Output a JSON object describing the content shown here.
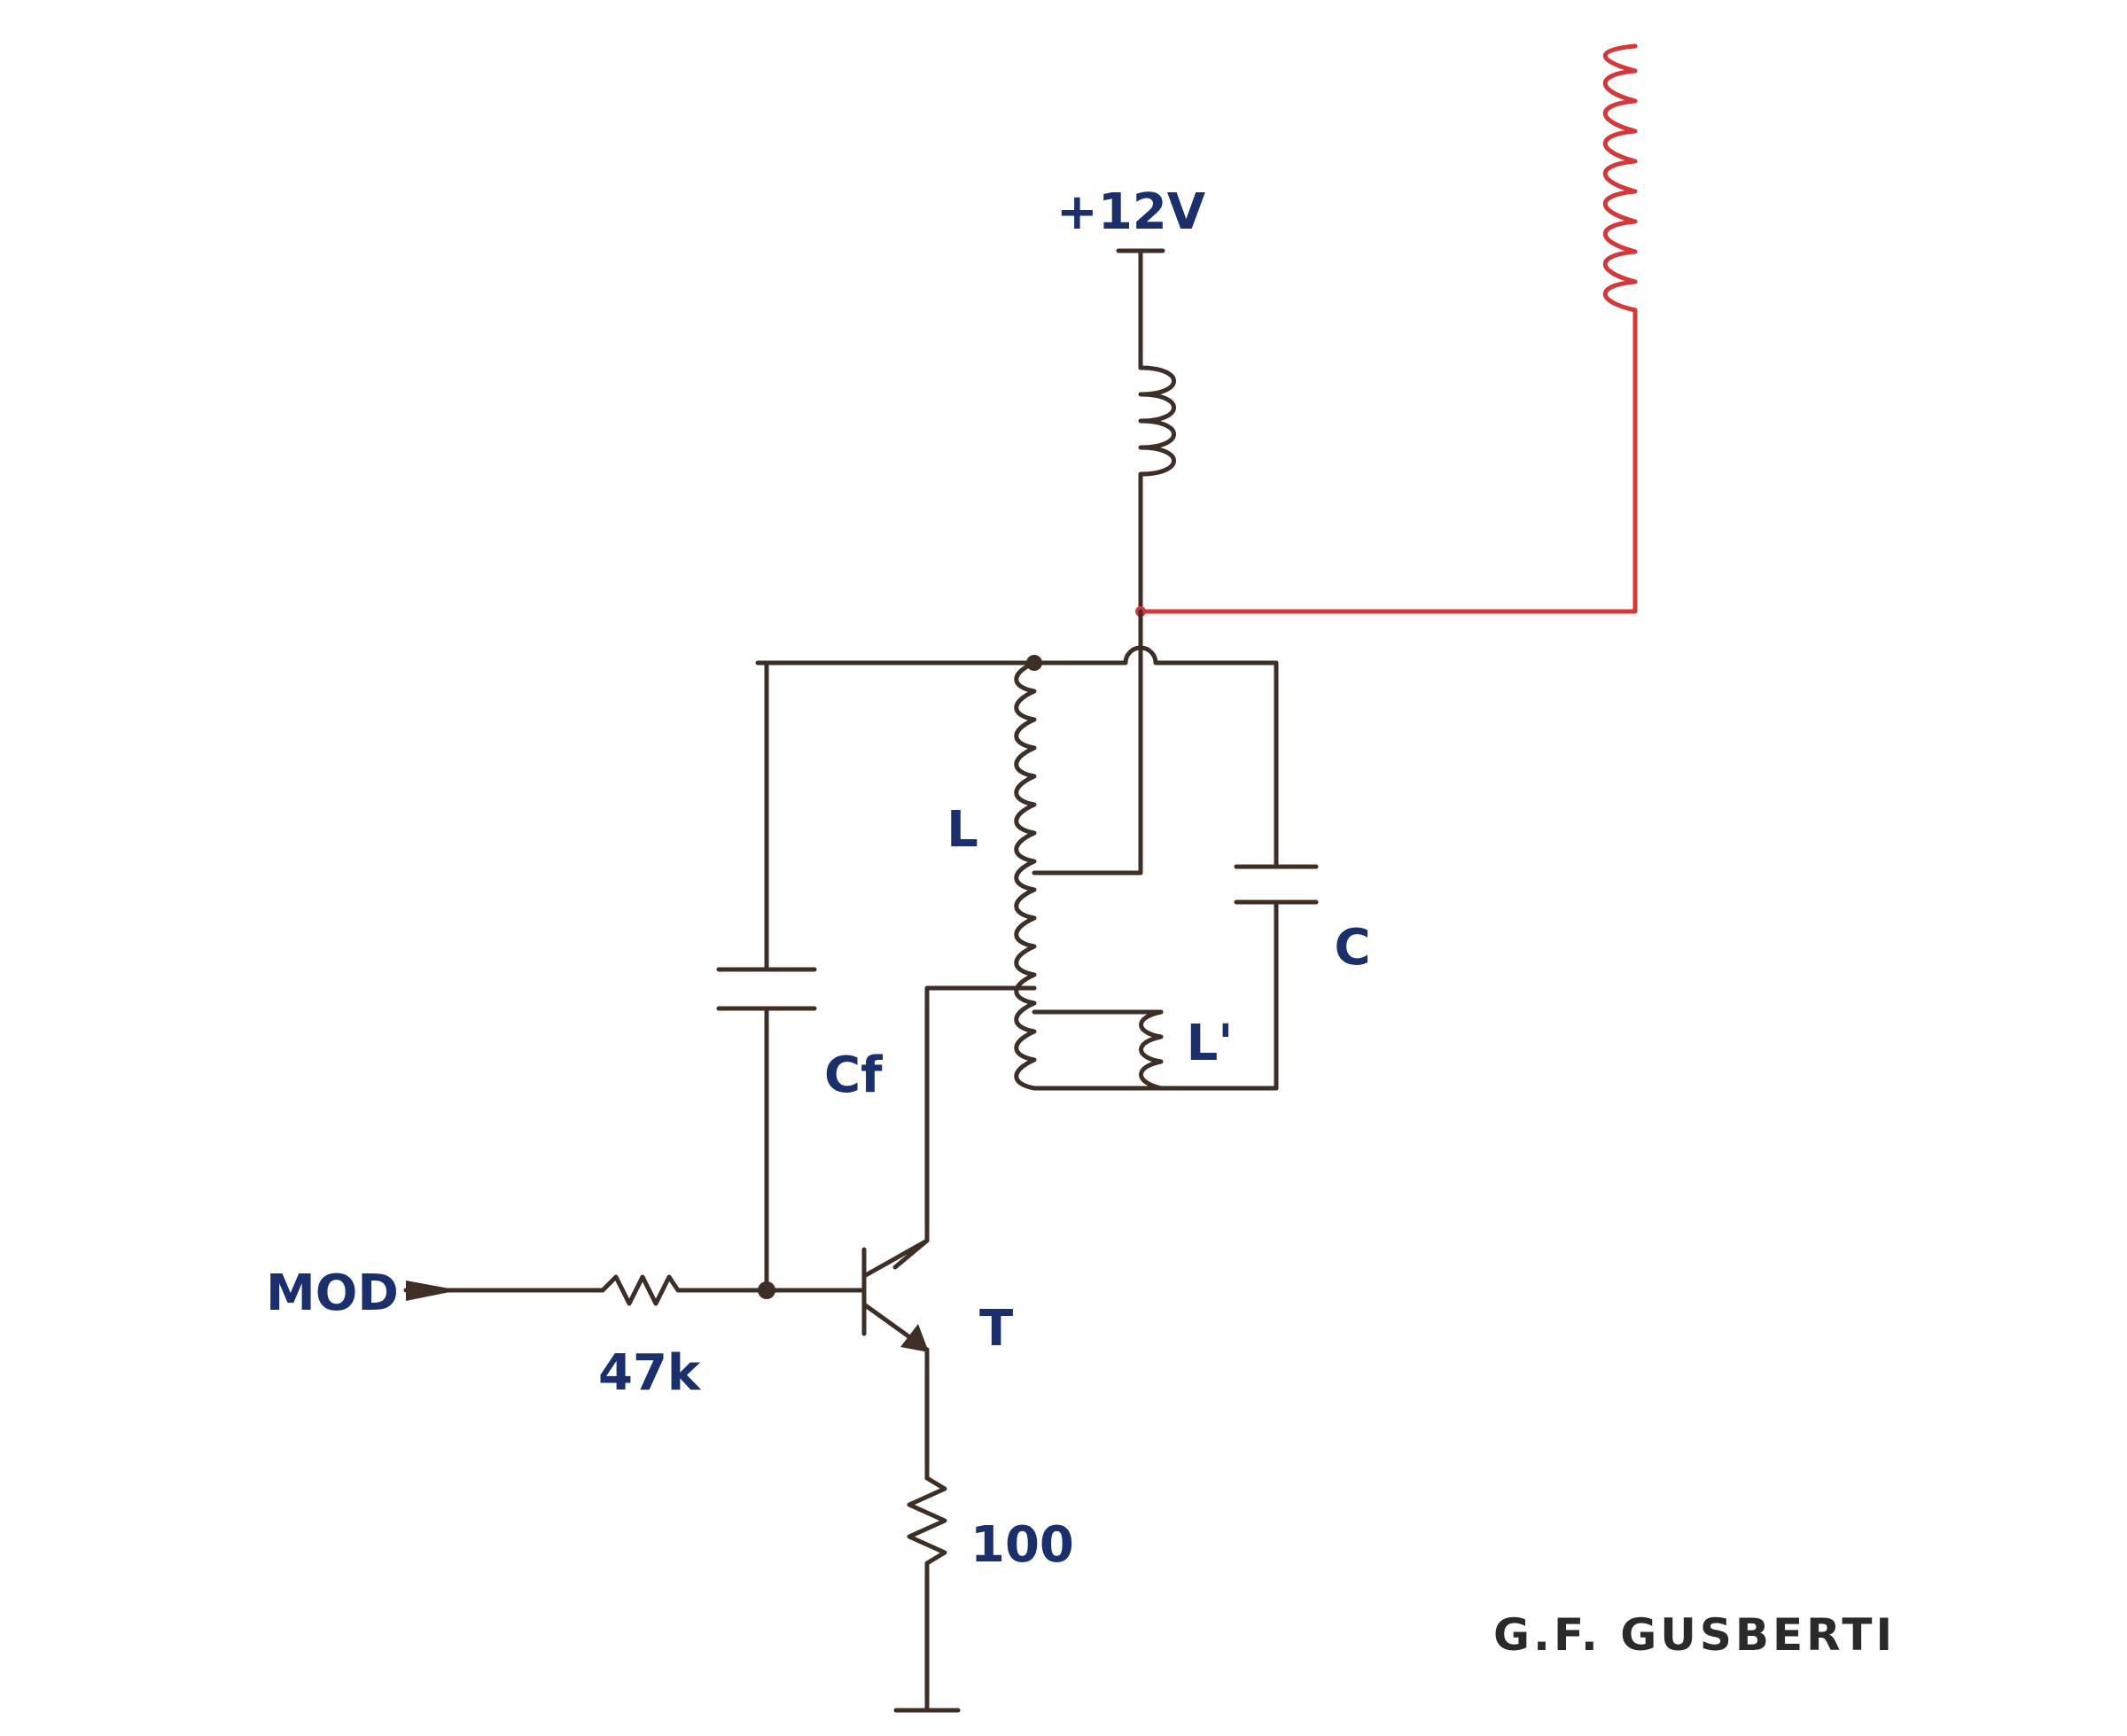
{
  "colors": {
    "wire": "#3e2f26",
    "antenna": "#d4383a",
    "label": "#1a2f6b",
    "signature": "#2a2a2a",
    "background": "#ffffff"
  },
  "labels": {
    "supply": "+12V",
    "modulation_input": "MOD",
    "base_resistor": "47k",
    "emitter_resistor": "100",
    "transistor": "T",
    "feedback_capacitor": "Cf",
    "tank_inductor": "L",
    "tank_capacitor": "C",
    "tap_inductor": "L'"
  },
  "signature": "G.F. GUSBERTI",
  "components": [
    {
      "ref": "+12V",
      "kind": "supply"
    },
    {
      "ref": "choke",
      "kind": "inductor"
    },
    {
      "ref": "L",
      "kind": "inductor"
    },
    {
      "ref": "L'",
      "kind": "inductor"
    },
    {
      "ref": "C",
      "kind": "capacitor"
    },
    {
      "ref": "Cf",
      "kind": "capacitor"
    },
    {
      "ref": "47k",
      "kind": "resistor"
    },
    {
      "ref": "100",
      "kind": "resistor"
    },
    {
      "ref": "T",
      "kind": "npn-transistor"
    },
    {
      "ref": "antenna",
      "kind": "helical-antenna"
    },
    {
      "ref": "MOD",
      "kind": "input-terminal"
    },
    {
      "ref": "ground",
      "kind": "ground"
    }
  ]
}
